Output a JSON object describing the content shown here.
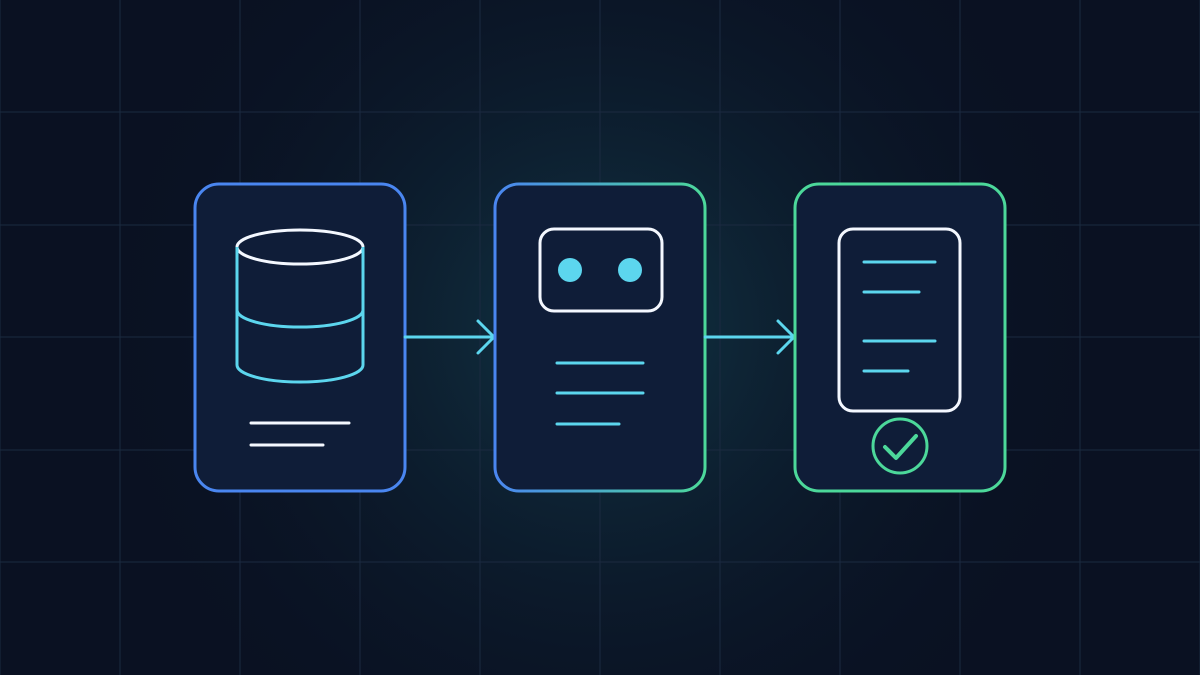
{
  "theme": {
    "background": "#0a1122",
    "glow": "#123a4a",
    "grid": "#1b2a40",
    "card_fill": "#0f1d38",
    "blue": "#4a86f0",
    "cyan": "#5cd6ee",
    "green": "#4cd89a",
    "white": "#f4f8ff"
  },
  "diagram": {
    "type": "flow",
    "nodes": [
      {
        "id": "data-source",
        "icon": "database-icon"
      },
      {
        "id": "ai-processor",
        "icon": "robot-face-icon"
      },
      {
        "id": "verified-document",
        "icon": "document-check-icon"
      }
    ],
    "edges": [
      {
        "from": "data-source",
        "to": "ai-processor"
      },
      {
        "from": "ai-processor",
        "to": "verified-document"
      }
    ]
  }
}
